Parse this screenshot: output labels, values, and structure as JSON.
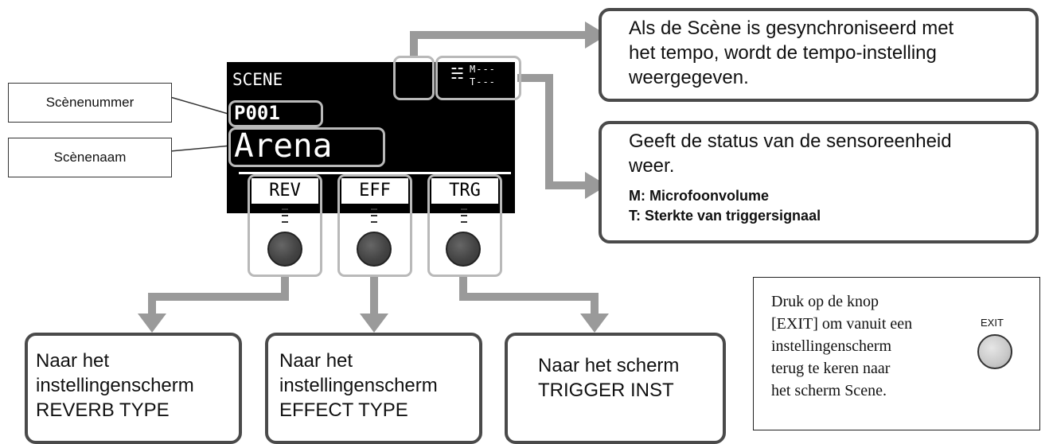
{
  "screen": {
    "title": "SCENE",
    "scene_number": "P001",
    "scene_name": "Arena",
    "status_icon": "drum-sensor-icon",
    "status_m": "M---",
    "status_t": "T---",
    "tabs": [
      "REV",
      "EFF",
      "TRG"
    ]
  },
  "labels": {
    "scene_number": "Scènenummer",
    "scene_name": "Scènenaam"
  },
  "callouts": {
    "tempo": {
      "lines": [
        "Als de Scène is gesynchroniseerd met",
        "het tempo, wordt de tempo-instelling",
        "weergegeven."
      ]
    },
    "sensor": {
      "lines": [
        "Geeft de status van de sensoreenheid",
        "weer."
      ],
      "detail_m": "M: Microfoonvolume",
      "detail_t": "T: Sterkte van triggersignaal"
    },
    "reverb": {
      "lines": [
        "Naar het",
        "instellingenscherm",
        "REVERB TYPE"
      ]
    },
    "effect": {
      "lines": [
        "Naar het",
        "instellingenscherm",
        "EFFECT TYPE"
      ]
    },
    "trigger": {
      "lines": [
        "Naar het scherm",
        "TRIGGER INST"
      ]
    }
  },
  "exit_note": {
    "lines": [
      "Druk op de knop",
      "[EXIT] om vanuit een",
      "instellingenscherm",
      "terug te keren naar",
      "het scherm Scene."
    ],
    "button_label": "EXIT"
  },
  "colors": {
    "arrow": "#9a9a9a",
    "callout_border": "#4a4a4a",
    "highlight": "#b9b9b9",
    "lcd": "#000000"
  }
}
